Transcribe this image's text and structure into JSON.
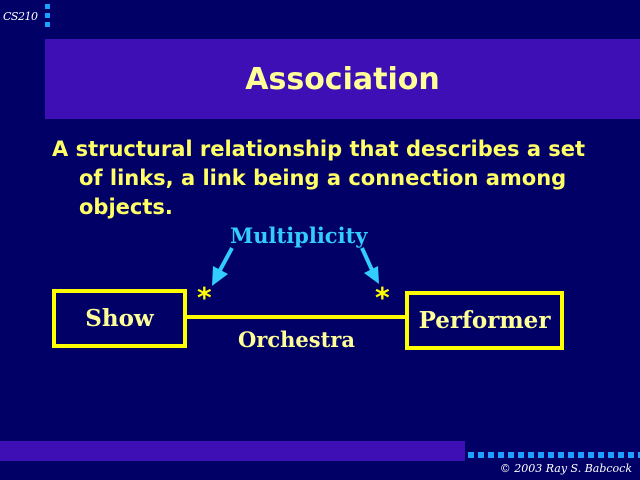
{
  "header": {
    "course_tag": "CS210"
  },
  "slide": {
    "title": "Association",
    "body": "A structural relationship that describes a set of links, a link being a connection among objects."
  },
  "diagram": {
    "multiplicity_label": "Multiplicity",
    "left_class": "Show",
    "right_class": "Performer",
    "association_name": "Orchestra",
    "left_multiplicity": "*",
    "right_multiplicity": "*"
  },
  "footer": {
    "copyright": "© 2003 Ray S. Babcock"
  },
  "colors": {
    "background": "#000066",
    "title_band": "#3d0fb5",
    "accent_yellow": "#ffff00",
    "text_yellow": "#ffff66",
    "cyan": "#33ccff",
    "dot_blue": "#1ea0ff"
  }
}
